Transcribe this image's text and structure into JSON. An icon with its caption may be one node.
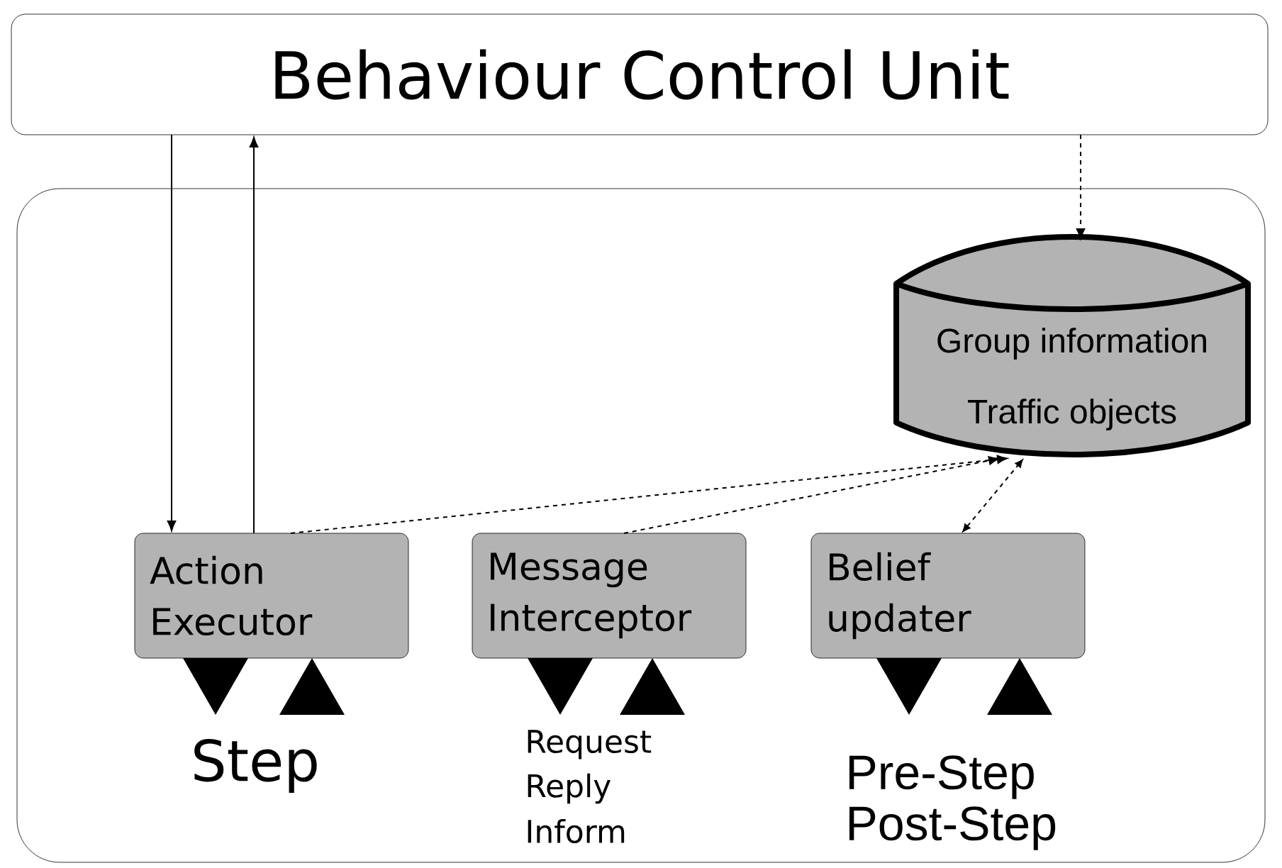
{
  "diagram": {
    "nodes": [
      {
        "text": [
          "Behaviour Control Unit"
        ]
      },
      {
        "text": [],
        "shape": "box"
      },
      {
        "text": [
          "Group information",
          "Traffic objects"
        ],
        "in": 1
      },
      {
        "text": [
          "Action Executor"
        ],
        "in": 1,
        "beside": [
          "Step"
        ]
      },
      {
        "text": [
          "Message Interceptor"
        ],
        "in": 1,
        "beside": [
          "Request",
          "Reply",
          "Inform"
        ]
      },
      {
        "text": [
          "Belief updater"
        ],
        "in": 1,
        "beside": [
          "Pre-Step",
          "Post-Step"
        ]
      }
    ],
    "edges": [
      {
        "from": 0,
        "to": 3,
        "arrow": "to"
      },
      {
        "from": 3,
        "to": 0,
        "arrow": "to"
      },
      {
        "from": 0,
        "to": 2,
        "arrow": "to",
        "style": "dashed"
      },
      {
        "from": 3,
        "to": 2,
        "arrow": "to",
        "style": "dashed"
      },
      {
        "from": 4,
        "to": 2,
        "arrow": "to",
        "style": "dashed"
      },
      {
        "from": 5,
        "to": 2,
        "arrow": "both",
        "style": "dashed"
      }
    ]
  }
}
